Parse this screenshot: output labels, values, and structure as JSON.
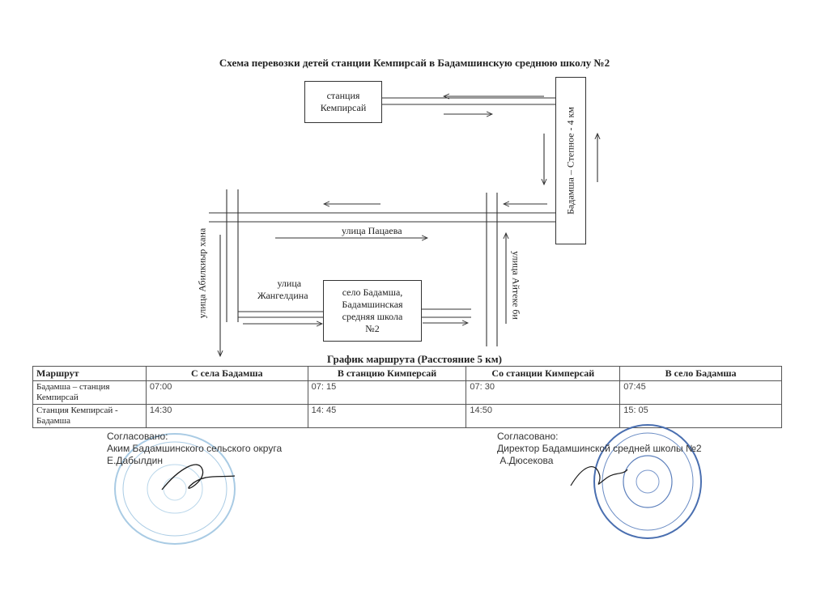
{
  "title": "Схема перевозки детей  станции Кемпирсай  в Бадамшинскую среднюю школу №2",
  "scheme": {
    "station_box": [
      "станция",
      "Кемпирсай"
    ],
    "road_vertical_label": "Бадамша – Степное - 4 км",
    "street_patsaev": "улица Пацаева",
    "street_abilkhair": "улица Абилкиыр хана",
    "street_aiteke": "улица Айтеке би",
    "street_zhangeldin": [
      "улица",
      "Жангелдина"
    ],
    "school_box": [
      "село Бадамша,",
      "Бадамшинская",
      "средняя школа",
      "№2"
    ]
  },
  "schedule": {
    "title": "График маршрута  (Расстояние 5 км)",
    "headers": [
      "Маршрут",
      "С села  Бадамша",
      "В станцию  Кимперсай",
      "Со станции  Кимперсай",
      "В село Бадамша"
    ],
    "rows": [
      [
        "Бадамша – станция Кемпирсай",
        "07:00",
        "07: 15",
        "07: 30",
        "07:45"
      ],
      [
        "Станция Кемпирсай - Бадамша",
        "14:30",
        "14: 45",
        "14:50",
        "15: 05"
      ]
    ]
  },
  "signatures": {
    "left": [
      "Согласовано:",
      "Аким   Бадамшинского  сельского округа",
      "Е.Дабылдин"
    ],
    "right": [
      "Согласовано:",
      "Директор Бадамшинской средней школы №2",
      " А.Дюсекова"
    ]
  },
  "colors": {
    "ink": "#222222",
    "stamp_left": "#8fb8d8",
    "stamp_right": "#4a6fb0",
    "signature": "#1a1a1a"
  }
}
